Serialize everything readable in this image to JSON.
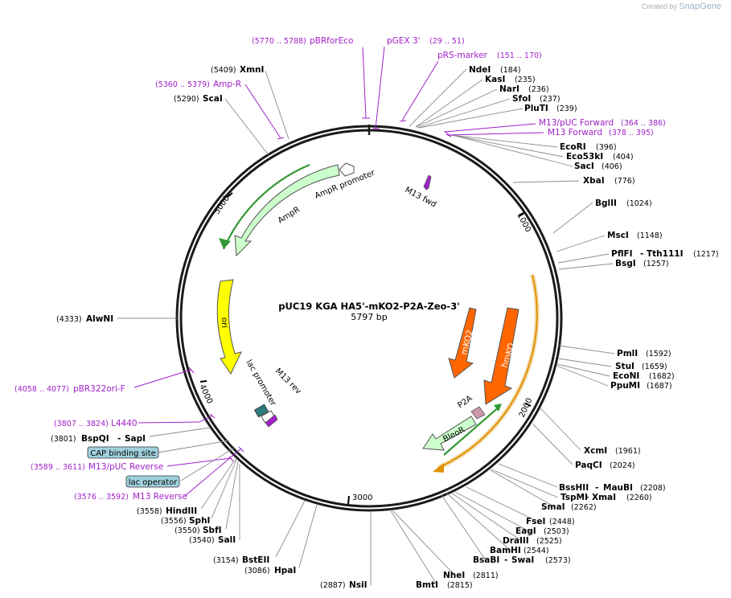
{
  "app": {
    "credit_prefix": "Created by",
    "credit_brand": "SnapGene"
  },
  "plasmid": {
    "name": "pUC19 KGA HA5'-mKO2-P2A-Zeo-3'",
    "length": "5797 bp"
  },
  "ruler_ticks": [
    "1000",
    "2000",
    "3000",
    "4000",
    "5000"
  ],
  "enzymes": [
    {
      "name": "NdeI",
      "pos": "(184)"
    },
    {
      "name": "KasI",
      "pos": "(235)"
    },
    {
      "name": "NarI",
      "pos": "(236)"
    },
    {
      "name": "SfoI",
      "pos": "(237)"
    },
    {
      "name": "PluTI",
      "pos": "(239)"
    },
    {
      "name": "EcoRI",
      "pos": "(396)"
    },
    {
      "name": "Eco53kI",
      "pos": "(404)"
    },
    {
      "name": "SacI",
      "pos": "(406)"
    },
    {
      "name": "XbaI",
      "pos": "(776)"
    },
    {
      "name": "BglII",
      "pos": "(1024)"
    },
    {
      "name": "MscI",
      "pos": "(1148)"
    },
    {
      "name": "PflFI",
      "name2": "Tth111I",
      "pos": "(1217)"
    },
    {
      "name": "BsgI",
      "pos": "(1257)"
    },
    {
      "name": "PmlI",
      "pos": "(1592)"
    },
    {
      "name": "StuI",
      "pos": "(1659)"
    },
    {
      "name": "EcoNI",
      "pos": "(1682)"
    },
    {
      "name": "PpuMI",
      "pos": "(1687)"
    },
    {
      "name": "XcmI",
      "pos": "(1961)"
    },
    {
      "name": "PaqCI",
      "pos": "(2024)"
    },
    {
      "name": "BssHII",
      "name2": "MauBI",
      "pos": "(2208)"
    },
    {
      "name": "TspMI",
      "name2": "XmaI",
      "pos": "(2260)"
    },
    {
      "name": "SmaI",
      "pos": "(2262)"
    },
    {
      "name": "FseI",
      "pos": "(2448)"
    },
    {
      "name": "EagI",
      "pos": "(2503)"
    },
    {
      "name": "DraIII",
      "pos": "(2525)"
    },
    {
      "name": "BamHI",
      "pos": "(2544)"
    },
    {
      "name": "BsaBI",
      "name2": "SwaI",
      "pos": "(2573)"
    },
    {
      "name": "NheI",
      "pos": "(2811)"
    },
    {
      "name": "BmtI",
      "pos": "(2815)"
    },
    {
      "name": "NsiI",
      "pos": "(2887)"
    },
    {
      "name": "HpaI",
      "pos": "(3086)"
    },
    {
      "name": "BstEII",
      "pos": "(3154)"
    },
    {
      "name": "SalI",
      "pos": "(3540)"
    },
    {
      "name": "SbfI",
      "pos": "(3550)"
    },
    {
      "name": "SphI",
      "pos": "(3556)"
    },
    {
      "name": "HindIII",
      "pos": "(3558)"
    },
    {
      "name": "BspQI",
      "name2": "SapI",
      "pos": "(3801)"
    },
    {
      "name": "AlwNI",
      "pos": "(4333)"
    },
    {
      "name": "ScaI",
      "pos": "(5290)"
    },
    {
      "name": "XmnI",
      "pos": "(5409)"
    }
  ],
  "primers": [
    {
      "name": "pBRforEco",
      "range": "(5770 .. 5788)"
    },
    {
      "name": "pGEX 3'",
      "range": "(29 .. 51)"
    },
    {
      "name": "pRS-marker",
      "range": "(151 .. 170)"
    },
    {
      "name": "M13/pUC Forward",
      "range": "(364 .. 386)"
    },
    {
      "name": "M13 Forward",
      "range": "(378 .. 395)"
    },
    {
      "name": "Amp-R",
      "range": "(5360 .. 5379)"
    },
    {
      "name": "pBR322ori-F",
      "range": "(4058 .. 4077)"
    },
    {
      "name": "L4440",
      "range": "(3807 .. 3824)"
    },
    {
      "name": "M13/pUC Reverse",
      "range": "(3589 .. 3611)"
    },
    {
      "name": "M13 Reverse",
      "range": "(3576 .. 3592)"
    }
  ],
  "boxed_features": [
    "CAP binding site",
    "lac operator"
  ],
  "inner_features": {
    "ampr": "AmpR",
    "ampr_promoter": "AmpR promoter",
    "ori": "ori",
    "lac_promoter": "lac promoter",
    "m13_rev": "M13 rev",
    "m13_fwd": "M13 fwd",
    "mko2": "mKO2",
    "hmko": "hmKO",
    "p2a": "P2A",
    "bleor": "BleoR"
  },
  "colors": {
    "backbone": "#1a1a1a",
    "enzyme_line": "#8c8c8c",
    "primer": "#a020c8",
    "ampr_fill": "#ccffcc",
    "ori_fill": "#ffff00",
    "mko_fill": "#ff6600",
    "p2a_fill": "#cc99aa",
    "box_fill": "#9fd0dc",
    "orf_arrow": "#ffa500",
    "green_arrow": "#339933"
  }
}
